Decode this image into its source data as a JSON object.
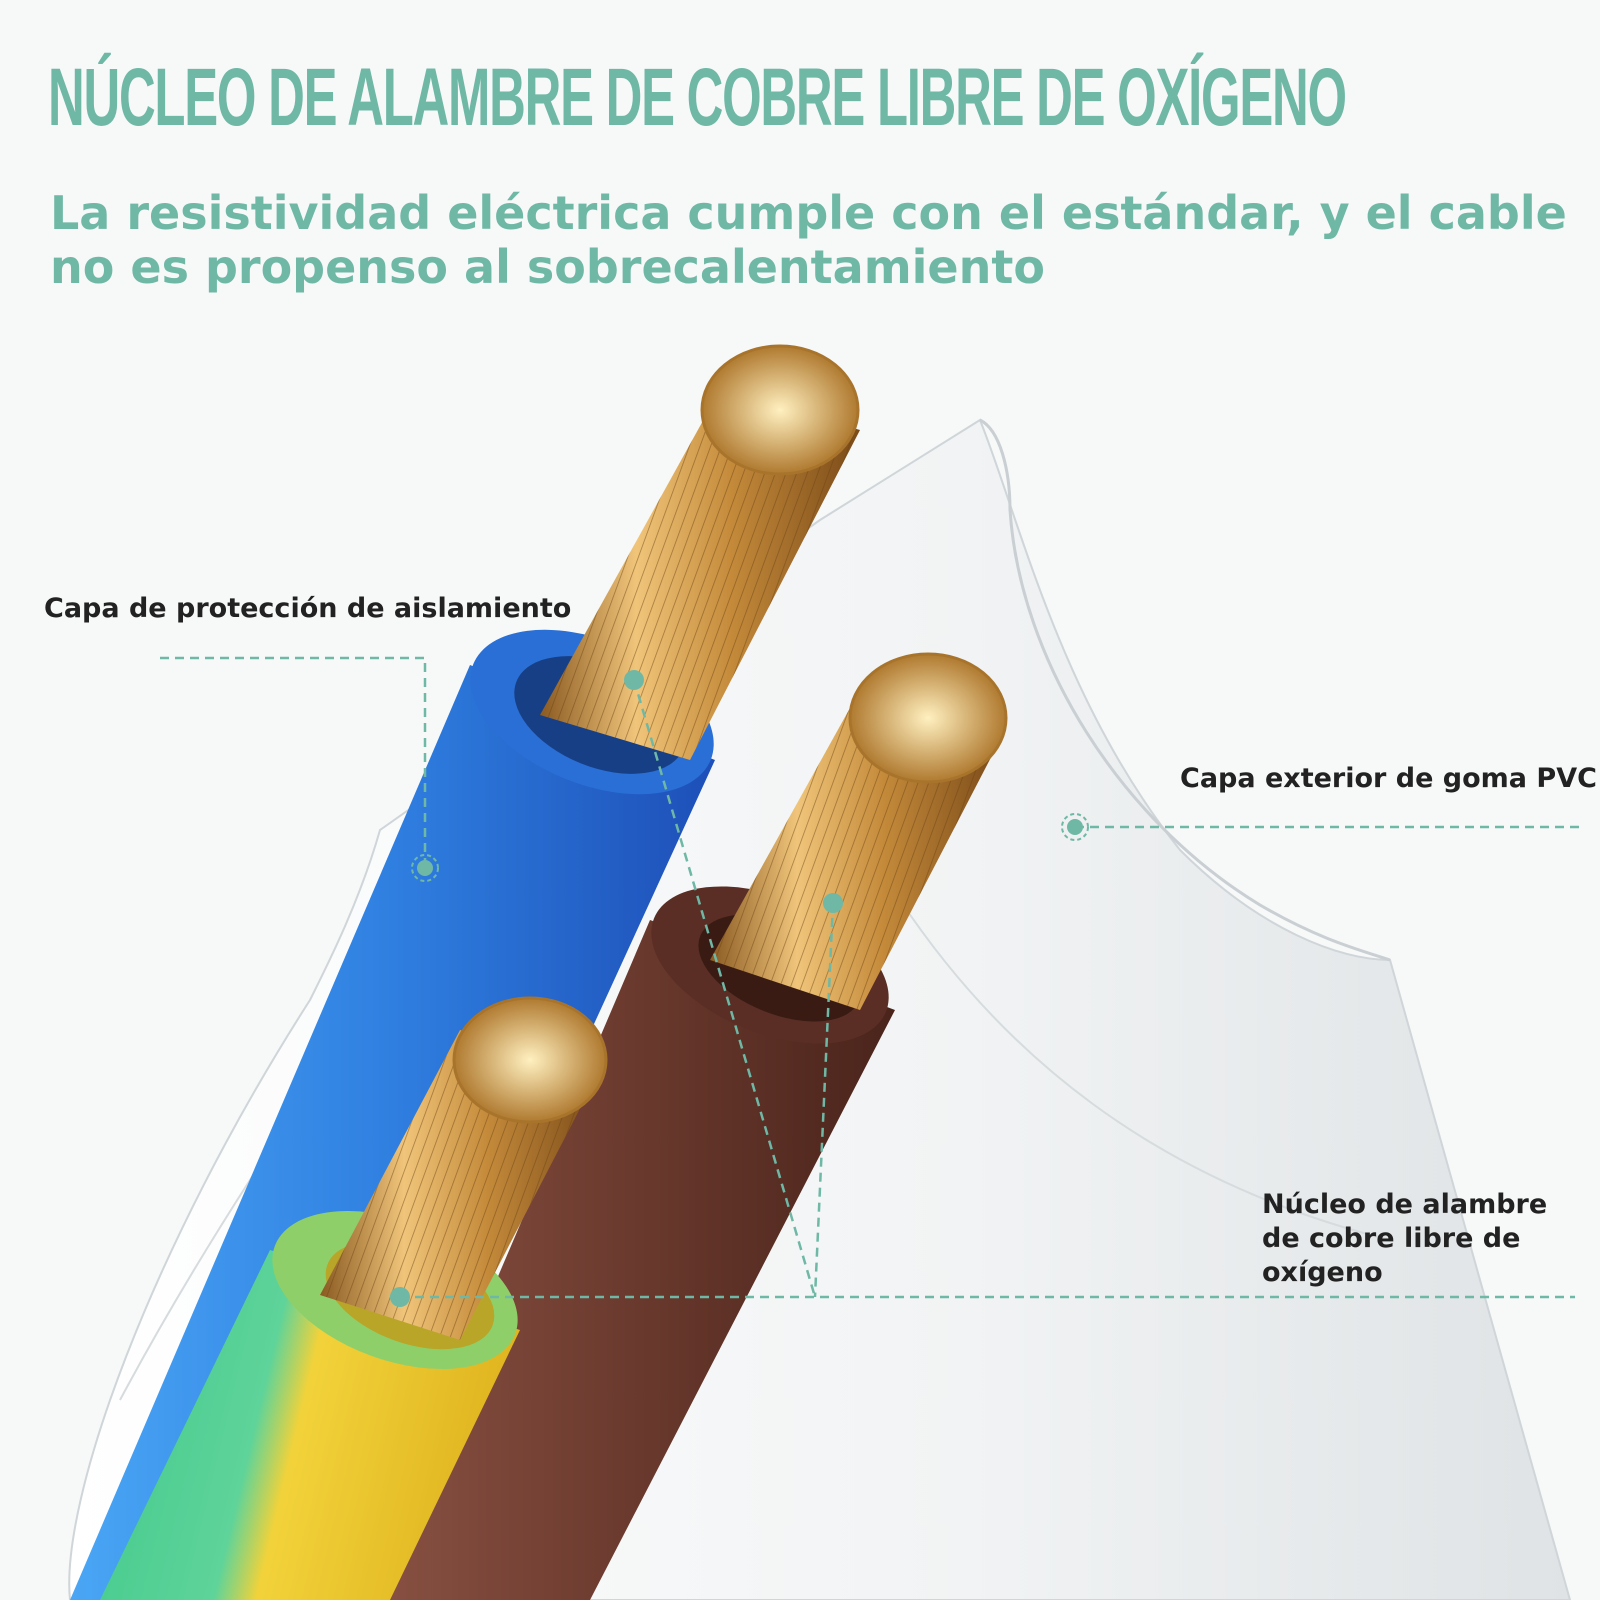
{
  "title": "NÚCLEO DE ALAMBRE DE COBRE LIBRE DE OXÍGENO",
  "subtitle": "La resistividad eléctrica cumple con el estándar, y el cable no es propenso al sobrecalentamiento",
  "callouts": {
    "insulation": "Capa de protección de aislamiento",
    "outer_jacket": "Capa exterior de goma PVC",
    "core": "Núcleo de alambre de cobre libre de oxígeno"
  },
  "colors": {
    "accent": "#6fb8a6",
    "wire_blue": "#2f7fe0",
    "wire_brown": "#6b3a2e",
    "wire_green": "#3fc98a",
    "wire_yellow": "#f2d23a",
    "copper": "#d9a55a",
    "jacket": "#ffffff"
  }
}
